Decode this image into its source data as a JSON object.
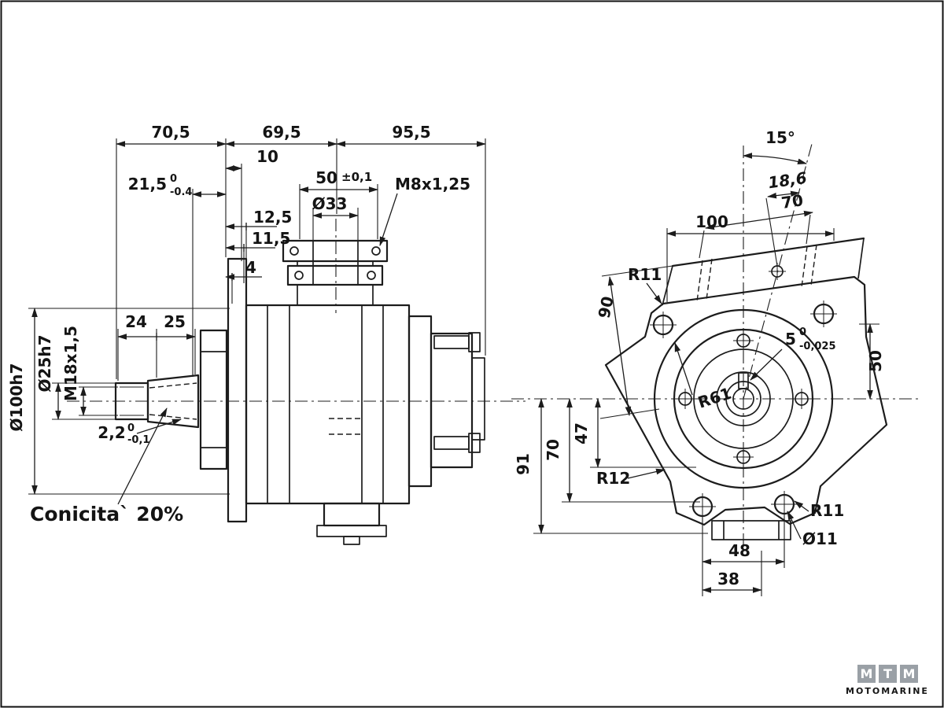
{
  "side": {
    "d70_5": "70,5",
    "d69_5": "69,5",
    "d95_5": "95,5",
    "d10": "10",
    "d21_5": "21,5",
    "d21_5_tol_top": "0",
    "d21_5_tol_bot": "-0.4",
    "d50": "50",
    "d50_tol": "±0,1",
    "m8": "M8x1,25",
    "d33": "Ø33",
    "d12_5": "12,5",
    "d11_5": "11,5",
    "d4": "4",
    "d24": "24",
    "d25": "25",
    "d25h7": "Ø25h7",
    "m18": "M18x1,5",
    "d100h7": "Ø100h7",
    "d2_2": "2,2",
    "d2_2_tol_top": "0",
    "d2_2_tol_bot": "-0,1",
    "conicity": "Conicita` 20%"
  },
  "front": {
    "a15": "15°",
    "d18_6": "18,6",
    "d70_top": "70",
    "d100": "100",
    "d90": "90",
    "r11_top": "R11",
    "d5": "5",
    "d5_tol_top": "0",
    "d5_tol_bot": "-0,025",
    "d50_right": "50",
    "r61": "R61",
    "d47": "47",
    "d70_left": "70",
    "d91": "91",
    "r12": "R12",
    "r11_bottom": "R11",
    "d11": "Ø11",
    "d48": "48",
    "d38": "38"
  },
  "logo": {
    "l1": "M",
    "l2": "T",
    "l3": "M",
    "subtitle": "MOTOMARINE"
  },
  "colors": {
    "line": "#1c1c1c",
    "logo_gray": "#9aa0a6",
    "background": "#ffffff"
  }
}
